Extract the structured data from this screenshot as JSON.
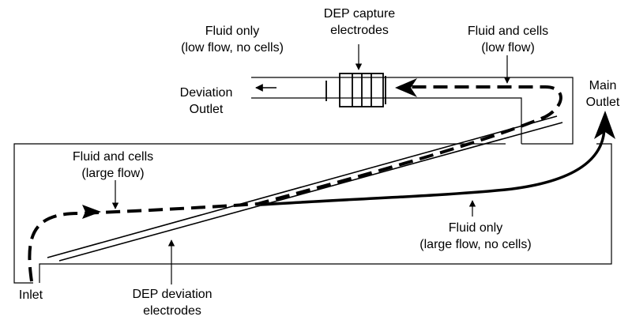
{
  "labels": {
    "dep_capture": [
      "DEP capture",
      "electrodes"
    ],
    "fluid_only_low": [
      "Fluid only",
      "(low flow, no cells)"
    ],
    "fluid_cells_low": [
      "Fluid and cells",
      "(low flow)"
    ],
    "deviation_outlet": [
      "Deviation",
      "Outlet"
    ],
    "main_outlet": [
      "Main",
      "Outlet"
    ],
    "fluid_cells_large": [
      "Fluid and cells",
      "(large flow)"
    ],
    "fluid_only_large": [
      "Fluid only",
      "(large flow, no cells)"
    ],
    "inlet": "Inlet",
    "dep_deviation": [
      "DEP deviation",
      "electrodes"
    ]
  },
  "colors": {
    "ink": "#000000",
    "background": "#ffffff"
  }
}
